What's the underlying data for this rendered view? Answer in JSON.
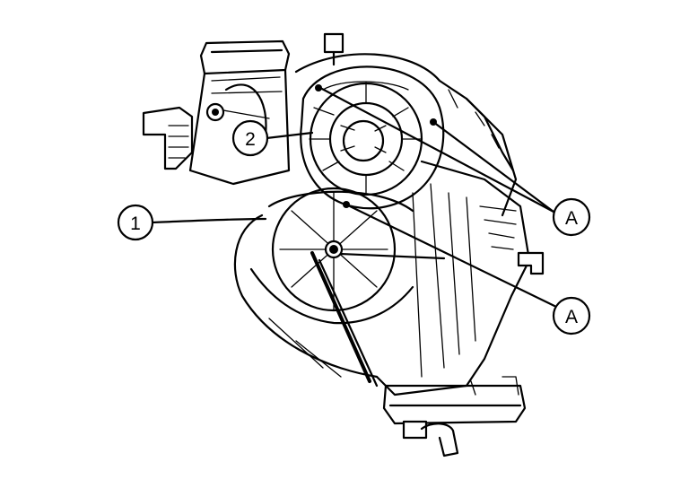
{
  "callouts": [
    {
      "id": "1",
      "label": "1"
    },
    {
      "id": "2",
      "label": "2"
    },
    {
      "id": "A_upper",
      "label": "A"
    },
    {
      "id": "A_lower",
      "label": "A"
    }
  ],
  "colors": {
    "line": "#000000",
    "background": "#ffffff"
  }
}
